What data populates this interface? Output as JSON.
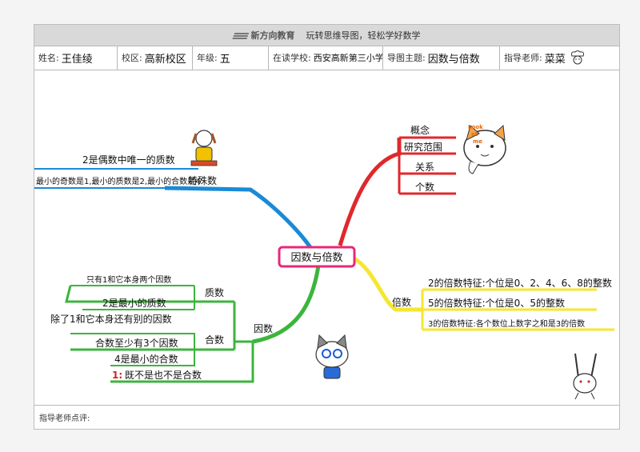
{
  "banner": {
    "brand": "新方向教育",
    "slogan": "玩转思维导图，轻松学好数学"
  },
  "info": {
    "name_label": "姓名:",
    "name_value": "王佳绫",
    "campus_label": "校区:",
    "campus_value": "高新校区",
    "grade_label": "年级:",
    "grade_value": "五",
    "school_label": "在读学校:",
    "school_value": "西安高新第三小学",
    "topic_label": "导图主题:",
    "topic_value": "因数与倍数",
    "teacher_label": "指导老师:",
    "teacher_value": "菜菜"
  },
  "mindmap": {
    "center": "因数与倍数",
    "red_branch": [
      "概念",
      "研究范围",
      "关系",
      "个数"
    ],
    "look_text": [
      "Look",
      "at",
      "me"
    ],
    "blue_branch": {
      "label": "特殊数",
      "items": [
        "2是偶数中唯一的质数",
        "最小的奇数是1,最小的质数是2,最小的合数是4"
      ]
    },
    "yellow_branch": {
      "label": "倍数",
      "items": [
        "2的倍数特征:个位是0、2、4、6、8的整数",
        "5的倍数特征:个位是0、5的整数",
        "3的倍数特征:各个数位上数字之和是3的倍数"
      ]
    },
    "green_branch": {
      "label": "因数",
      "prime_label": "质数",
      "prime_items": [
        "只有1和它本身两个因数",
        "2是最小的质数"
      ],
      "composite_label": "合数",
      "composite_items": [
        "除了1和它本身还有别的因数",
        "合数至少有3个因数",
        "4是最小的合数"
      ],
      "one_label": "1:",
      "one_text": "既不是也不是合数"
    }
  },
  "footer": {
    "comment_label": "指导老师点评:"
  }
}
